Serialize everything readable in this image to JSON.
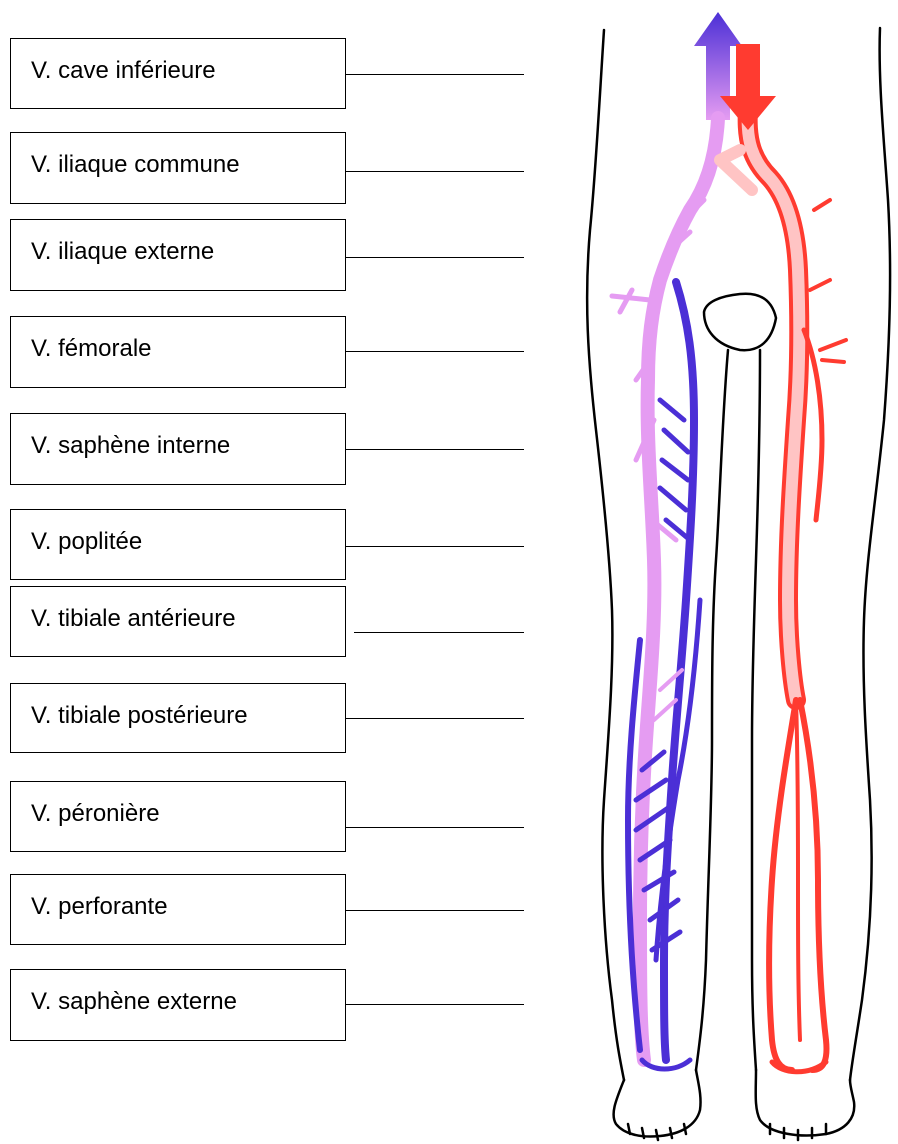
{
  "labels": [
    {
      "text": "V. cave inférieure"
    },
    {
      "text": "V. iliaque commune"
    },
    {
      "text": "V. iliaque externe"
    },
    {
      "text": "V. fémorale"
    },
    {
      "text": "V. saphène interne"
    },
    {
      "text": "V. poplitée"
    },
    {
      "text": "V. tibiale antérieure"
    },
    {
      "text": "V. tibiale postérieure"
    },
    {
      "text": "V. péronière"
    },
    {
      "text": "V. perforante"
    },
    {
      "text": "V. saphène externe"
    }
  ],
  "colors": {
    "vein_dark": "#4b2fd6",
    "vein_light": "#e59cf2",
    "artery": "#ff3b30",
    "artery_light": "#ffc4c4",
    "outline": "#000000"
  }
}
